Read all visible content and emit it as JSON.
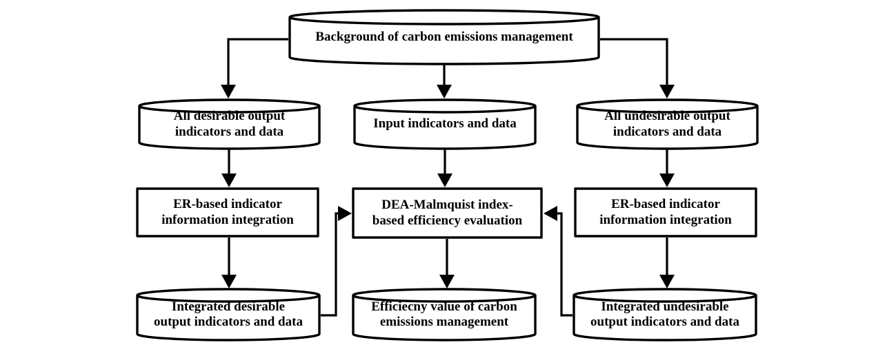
{
  "diagram": {
    "type": "flowchart",
    "colors": {
      "stroke": "#000000",
      "node_fill": "#ffffff",
      "background": "#ffffff",
      "text": "#000000"
    },
    "nodes": {
      "background": {
        "shape": "cylinder",
        "label": "Background of carbon emissions management"
      },
      "all_desirable": {
        "shape": "cylinder",
        "label": "All desirable output\nindicators and data"
      },
      "input": {
        "shape": "cylinder",
        "label": "Input indicators and data"
      },
      "all_undesirable": {
        "shape": "cylinder",
        "label": "All undesirable output\nindicators and data"
      },
      "er_left": {
        "shape": "rectangle",
        "label": "ER-based indicator\ninformation integration"
      },
      "dea": {
        "shape": "rectangle",
        "label": "DEA-Malmquist index-\nbased efficiency evaluation"
      },
      "er_right": {
        "shape": "rectangle",
        "label": "ER-based indicator\ninformation integration"
      },
      "integrated_desirable": {
        "shape": "cylinder",
        "label": "Integrated  desirable\noutput indicators and data"
      },
      "efficiency_value": {
        "shape": "cylinder",
        "label": "Efficiecny value of carbon\nemissions management"
      },
      "integrated_undesirable": {
        "shape": "cylinder",
        "label": "Integrated undesirable\noutput indicators and data"
      }
    },
    "edges": [
      {
        "from": "background",
        "to": "all_desirable"
      },
      {
        "from": "background",
        "to": "input"
      },
      {
        "from": "background",
        "to": "all_undesirable"
      },
      {
        "from": "all_desirable",
        "to": "er_left"
      },
      {
        "from": "input",
        "to": "dea"
      },
      {
        "from": "all_undesirable",
        "to": "er_right"
      },
      {
        "from": "er_left",
        "to": "integrated_desirable"
      },
      {
        "from": "dea",
        "to": "efficiency_value"
      },
      {
        "from": "er_right",
        "to": "integrated_undesirable"
      },
      {
        "from": "integrated_desirable",
        "to": "dea"
      },
      {
        "from": "integrated_undesirable",
        "to": "dea"
      }
    ]
  }
}
